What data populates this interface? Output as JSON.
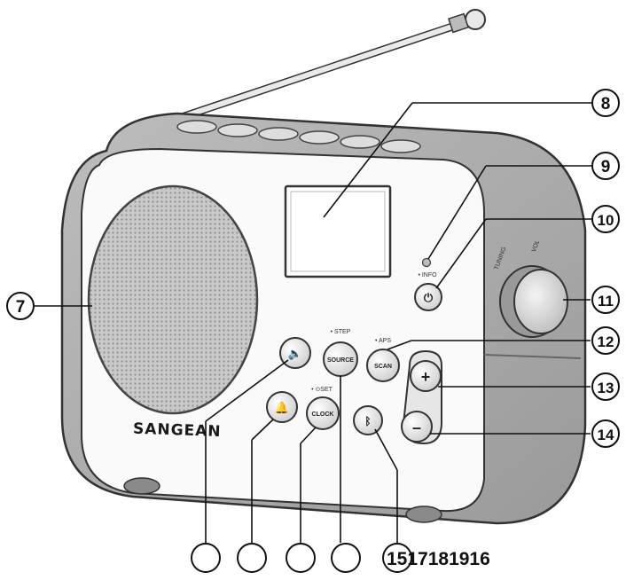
{
  "brand": "SANGEAN",
  "buttons": {
    "source": "SOURCE",
    "scan": "SCAN",
    "clock": "CLOCK",
    "source_caption": "• STEP",
    "scan_caption": "• APS",
    "clock_caption": "• ⊙SET",
    "power_caption": "• INFO",
    "plus": "+",
    "minus": "–"
  },
  "knob_labels": {
    "tuning": "TUNING",
    "vol": "VOL"
  },
  "callouts": [
    "7",
    "8",
    "9",
    "10",
    "11",
    "12",
    "13",
    "14"
  ],
  "bottom_text": "1517181916"
}
